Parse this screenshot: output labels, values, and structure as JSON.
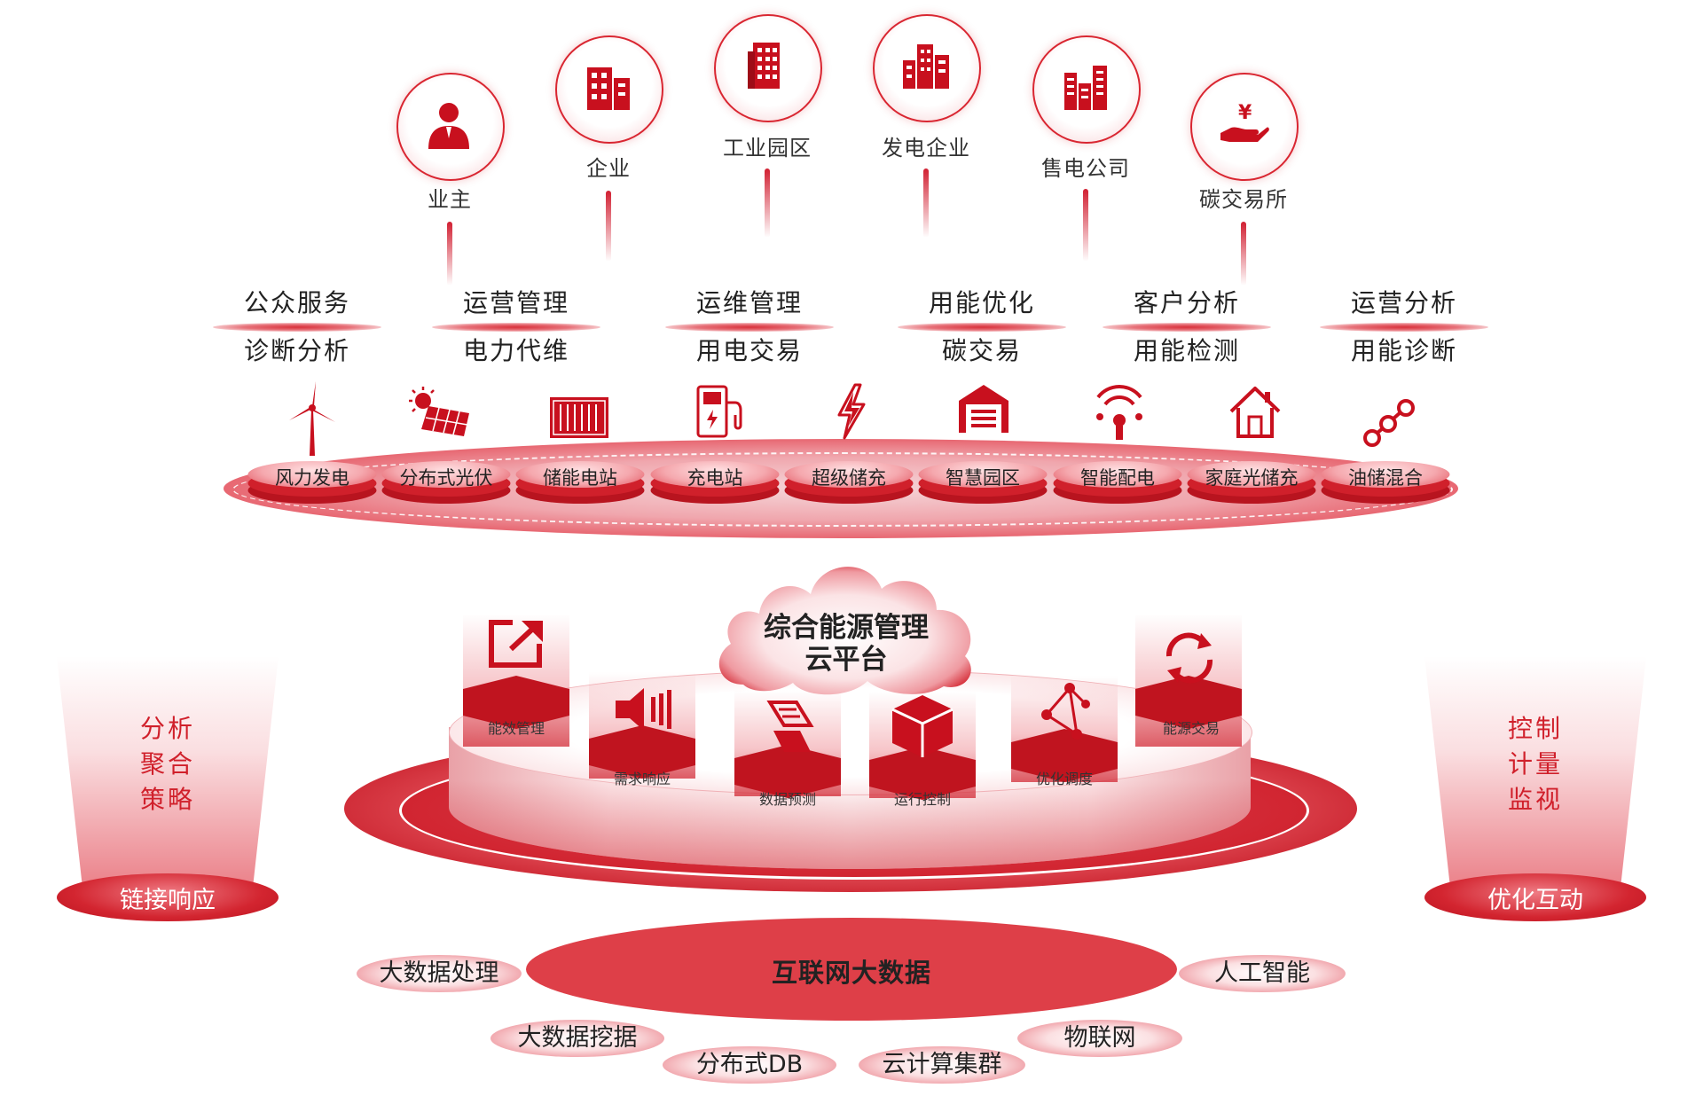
{
  "stakeholders": [
    {
      "label": "业主",
      "icon": "person-icon"
    },
    {
      "label": "企业",
      "icon": "building-icon"
    },
    {
      "label": "工业园区",
      "icon": "tower-icon"
    },
    {
      "label": "发电企业",
      "icon": "city-icon"
    },
    {
      "label": "售电公司",
      "icon": "skyscrapers-icon"
    },
    {
      "label": "碳交易所",
      "icon": "yuan-hand-icon"
    }
  ],
  "services": [
    {
      "top": "公众服务",
      "bottom": "诊断分析"
    },
    {
      "top": "运营管理",
      "bottom": "电力代维"
    },
    {
      "top": "运维管理",
      "bottom": "用电交易"
    },
    {
      "top": "用能优化",
      "bottom": "碳交易"
    },
    {
      "top": "客户分析",
      "bottom": "用能检测"
    },
    {
      "top": "运营分析",
      "bottom": "用能诊断"
    }
  ],
  "resources": [
    {
      "label": "风力发电",
      "icon": "wind-turbine-icon"
    },
    {
      "label": "分布式光伏",
      "icon": "solar-panel-icon"
    },
    {
      "label": "储能电站",
      "icon": "storage-container-icon"
    },
    {
      "label": "充电站",
      "icon": "charging-station-icon"
    },
    {
      "label": "超级储充",
      "icon": "lightning-icon"
    },
    {
      "label": "智慧园区",
      "icon": "warehouse-icon"
    },
    {
      "label": "智能配电",
      "icon": "distribution-icon"
    },
    {
      "label": "家庭光储充",
      "icon": "house-icon"
    },
    {
      "label": "油储混合",
      "icon": "chain-nodes-icon"
    }
  ],
  "platform": {
    "title_line1": "综合能源管理",
    "title_line2": "云平台",
    "modules": [
      {
        "label": "能效管理",
        "icon": "export-icon"
      },
      {
        "label": "需求响应",
        "icon": "speaker-icon"
      },
      {
        "label": "数据预测",
        "icon": "scroll-icon"
      },
      {
        "label": "运行控制",
        "icon": "cube-icon"
      },
      {
        "label": "优化调度",
        "icon": "network-icon"
      },
      {
        "label": "能源交易",
        "icon": "refresh-icon"
      }
    ]
  },
  "left_pillar": {
    "lines": [
      "分析",
      "聚合",
      "策略"
    ],
    "base": "链接响应"
  },
  "right_pillar": {
    "lines": [
      "控制",
      "计量",
      "监视"
    ],
    "base": "优化互动"
  },
  "foundation": {
    "center": "互联网大数据",
    "items": [
      "大数据处理",
      "人工智能",
      "大数据挖据",
      "物联网",
      "分布式DB",
      "云计算集群"
    ]
  },
  "colors": {
    "primary": "#d0202b",
    "dark": "#b8141f",
    "light": "#fbe3e5"
  }
}
